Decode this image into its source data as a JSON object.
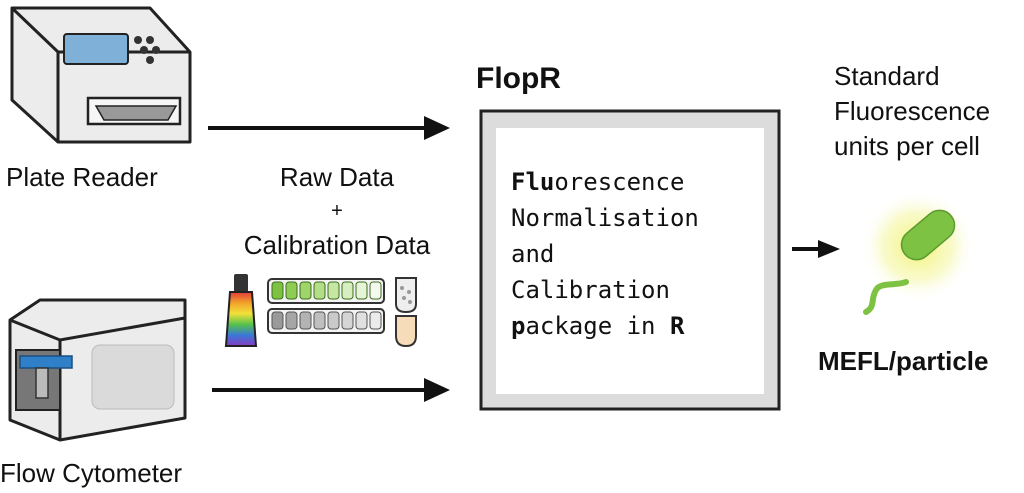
{
  "instruments": {
    "plate_reader": "Plate Reader",
    "flow_cytometer": "Flow Cytometer"
  },
  "inputs": {
    "raw_data": "Raw Data",
    "plus": "+",
    "calibration_data": "Calibration Data"
  },
  "package": {
    "title": "FlopR",
    "lines": [
      {
        "bold": "Flu",
        "rest": "orescence"
      },
      {
        "bold": "",
        "rest": "Normalisation"
      },
      {
        "bold": "",
        "rest": "and"
      },
      {
        "bold": "",
        "rest": "Calibration"
      },
      {
        "bold": "p",
        "rest": "ackage in ",
        "bold2": "R"
      }
    ]
  },
  "output": {
    "line1": "Standard",
    "line2": "Fluorescence",
    "line3": "units per cell",
    "unit": "MEFL/particle"
  },
  "colors": {
    "arrow": "#111111",
    "green": "#7dc243",
    "peach": "#f6dcb8",
    "panel_gray": "#dcdcdc",
    "cytometer_blue": "#2f7fc9"
  },
  "icons": [
    "plate-reader-icon",
    "flow-cytometer-icon",
    "calibrant-bottle-icon",
    "microplate-strip-icon",
    "tube-icon",
    "bacterium-icon"
  ]
}
